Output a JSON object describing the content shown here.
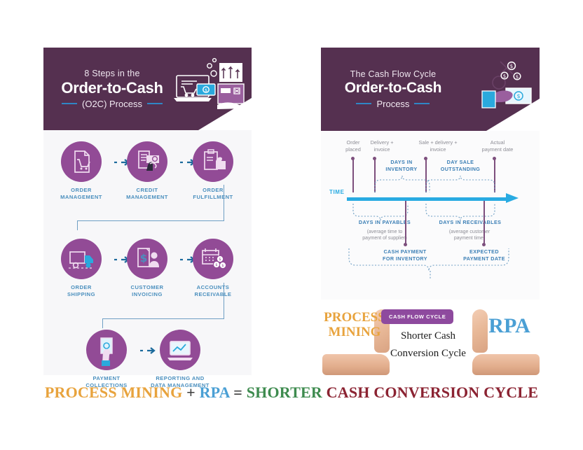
{
  "colors": {
    "header_plum": "#553050",
    "bubble_purple": "#924b96",
    "accent_teal": "#29abe2",
    "label_blue": "#4a8fbe",
    "badge_purple": "#8e4a9e",
    "caption_gold": "#e8a33d",
    "caption_blue": "#4a9fd4",
    "caption_green": "#3e8b4f",
    "caption_red": "#8b2332"
  },
  "left_panel": {
    "header": {
      "superline": "8 Steps in the",
      "title": "Order-to-Cash",
      "subtitle": "(O2C) Process"
    },
    "steps": [
      {
        "label_line1": "ORDER",
        "label_line2": "MANAGEMENT",
        "icon": "cart-document-icon"
      },
      {
        "label_line1": "CREDIT",
        "label_line2": "MANAGEMENT",
        "icon": "credit-card-hand-icon"
      },
      {
        "label_line1": "ORDER",
        "label_line2": "FULFILLMENT",
        "icon": "clipboard-thumbsup-icon"
      },
      {
        "label_line1": "ORDER",
        "label_line2": "SHIPPING",
        "icon": "delivery-truck-icon"
      },
      {
        "label_line1": "CUSTOMER",
        "label_line2": "INVOICING",
        "icon": "invoice-person-icon"
      },
      {
        "label_line1": "ACCOUNTS",
        "label_line2": "RECEIVABLE",
        "icon": "calendar-coins-icon"
      },
      {
        "label_line1": "PAYMENT",
        "label_line2": "COLLECTIONS",
        "icon": "cash-hand-icon"
      },
      {
        "label_line1": "REPORTING AND",
        "label_line2": "DATA MANAGEMENT",
        "icon": "laptop-chart-icon"
      }
    ]
  },
  "right_panel": {
    "header": {
      "superline": "The Cash Flow Cycle",
      "title": "Order-to-Cash",
      "subtitle": "Process"
    },
    "timeline": {
      "axis_label": "TIME",
      "events": [
        {
          "label_line1": "Order",
          "label_line2": "placed"
        },
        {
          "label_line1": "Delivery +",
          "label_line2": "invoice"
        },
        {
          "label_line1": "Sale + delivery +",
          "label_line2": "invoice"
        },
        {
          "label_line1": "Actual",
          "label_line2": "payment date"
        }
      ],
      "spans_above": [
        {
          "line1": "DAYS IN",
          "line2": "INVENTORY"
        },
        {
          "line1": "DAY SALE",
          "line2": "OUTSTANDING"
        }
      ],
      "spans_below": [
        {
          "title": "DAYS IN PAYABLES",
          "note_line1": "(average time to",
          "note_line2": "payment of supplier)"
        },
        {
          "title": "DAYS IN RECEIVABLES",
          "note_line1": "(average customer",
          "note_line2": "payment time)"
        }
      ],
      "markers_below": [
        {
          "line1": "CASH PAYMENT",
          "line2": "FOR INVENTORY"
        },
        {
          "line1": "EXPECTED",
          "line2": "PAYMENT DATE"
        }
      ]
    },
    "bottom": {
      "left_word_line1": "PROCESS",
      "left_word_line2": "MINING",
      "right_word": "RPA",
      "badge": "CASH FLOW CYCLE",
      "message_line1": "Shorter Cash",
      "message_line2": "Conversion Cycle"
    }
  },
  "caption": {
    "process_mining": "PROCESS MINING",
    "plus": "+",
    "rpa": "RPA",
    "equals": "=",
    "shorter": "SHORTER",
    "cash_conversion_cycle": "CASH CONVERSION CYCLE"
  }
}
